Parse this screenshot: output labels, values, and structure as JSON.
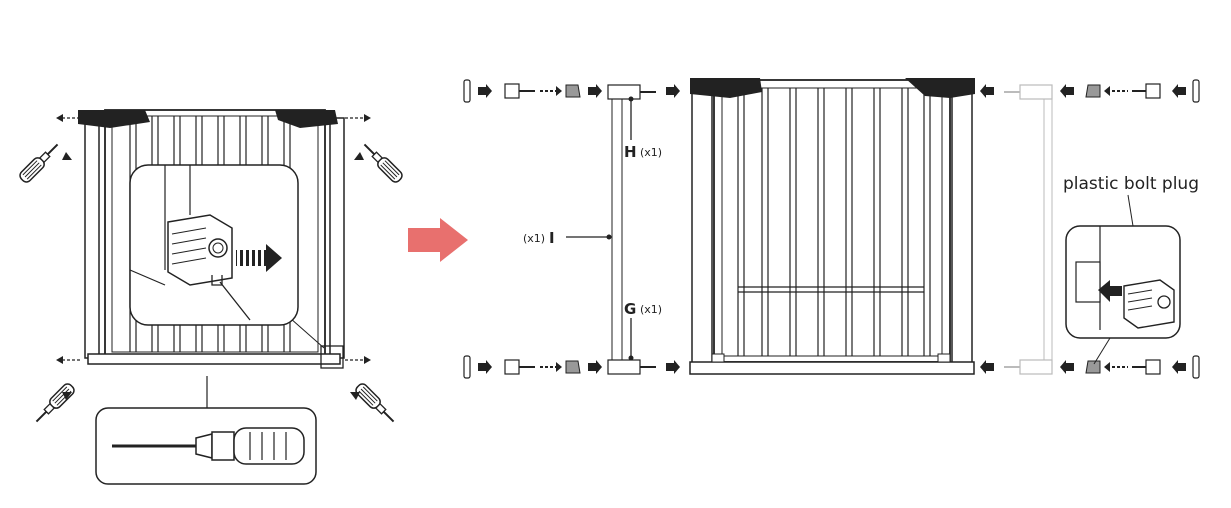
{
  "arrow_color": "#e8706e",
  "labels": {
    "h_letter": "H",
    "h_qty": "(x1)",
    "g_letter": "G",
    "g_qty": "(x1)",
    "i_letter": "I",
    "i_qty": "(x1)",
    "plug": "plastic bolt plug"
  }
}
